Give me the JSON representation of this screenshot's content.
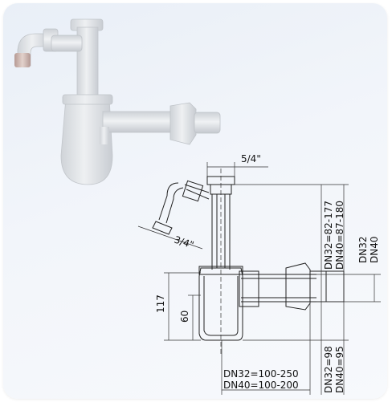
{
  "product_image": {
    "name": "bottle-siphon-photo"
  },
  "dimensions": {
    "top_thread": "5/4\"",
    "side_thread": "3/4\"",
    "height_total": "117",
    "height_inner": "60",
    "inlet_range_dn32": "DN32=82-177",
    "inlet_range_dn40": "DN40=87-180",
    "outlet_dn32": "DN32",
    "outlet_dn40": "DN40",
    "horizontal_dn32": "DN32=100-250",
    "horizontal_dn40": "DN40=100-200",
    "bottom_dn32": "DN32=98",
    "bottom_dn40": "DN40=95"
  }
}
